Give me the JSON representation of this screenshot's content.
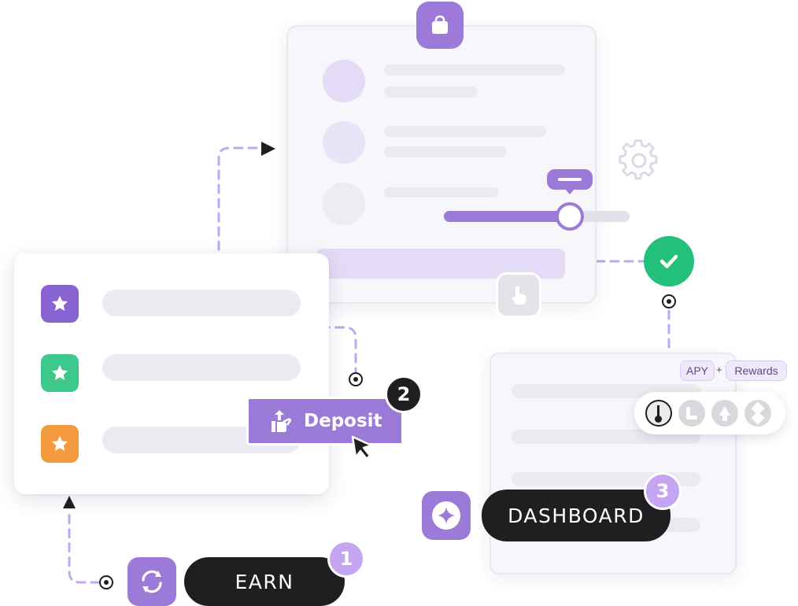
{
  "steps": [
    {
      "number": "1",
      "label": "EARN"
    },
    {
      "number": "2",
      "label": "Deposit"
    },
    {
      "number": "3",
      "label": "DASHBOARD"
    }
  ],
  "chips": {
    "apy": "APY",
    "plus": "+",
    "rewards": "Rewards"
  },
  "slider": {
    "level_percent": 68
  },
  "colors": {
    "primary": "#9b7ad8",
    "dark": "#1f1f22",
    "success": "#22c079",
    "star_purple": "#8a63d2",
    "star_green": "#3ec98c",
    "star_orange": "#f39a3e",
    "light_purple": "#e4dcf6",
    "badge_purple": "#c3a5f1"
  },
  "icons": {
    "shop": "shopping-bag-icon",
    "gear": "gear-icon",
    "check": "check-icon",
    "touch": "touch-icon",
    "deposit": "hand-upload-icon",
    "cursor": "cursor-icon",
    "earn": "refresh-icon",
    "dashboard": "sparkle-icon",
    "star": "star-icon"
  }
}
